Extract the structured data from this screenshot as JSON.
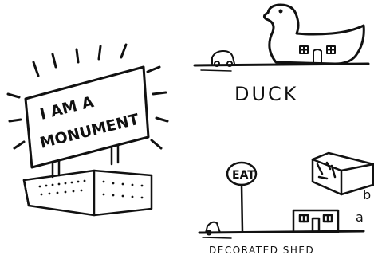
{
  "sketch": {
    "monument_sign_line1": "I AM A",
    "monument_sign_line2": "MONUMENT",
    "duck_caption": "DUCK",
    "eat_sign": "EAT",
    "shed_caption": "DECORATED SHED",
    "side_mark_b": "b",
    "side_mark_a": "a"
  },
  "colors": {
    "ink": "#111111",
    "paper": "#ffffff"
  }
}
